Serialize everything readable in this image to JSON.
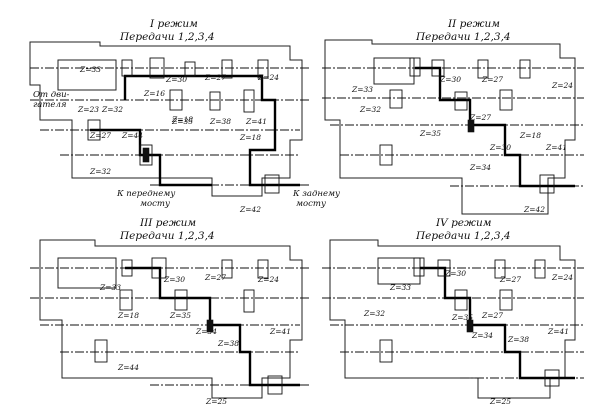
{
  "panels": [
    {
      "mode": "I режим",
      "gears_line": "Передачи 1,2,3,4",
      "z": [
        "Z=33",
        "Z=23",
        "Z=32",
        "Z=27",
        "Z=44",
        "Z=32",
        "Z=16",
        "Z=30",
        "Z=27",
        "Z=24",
        "Z=18",
        "Z=35",
        "Z=38",
        "Z=41",
        "Z=18",
        "Z=42"
      ],
      "notes": [
        "От дви-",
        "гателя",
        "К переднему",
        "мосту",
        "К заднему",
        "мосту"
      ]
    },
    {
      "mode": "II режим",
      "gears_line": "Передачи 1,2,3,4",
      "z": [
        "Z=33",
        "Z=32",
        "Z=30",
        "Z=27",
        "Z=24",
        "Z=35",
        "Z=27",
        "Z=18",
        "Z=30",
        "Z=34",
        "Z=41",
        "Z=42"
      ]
    },
    {
      "mode": "III режим",
      "gears_line": "Передачи 1,2,3,4",
      "z": [
        "Z=33",
        "Z=30",
        "Z=27",
        "Z=24",
        "Z=18",
        "Z=35",
        "Z=34",
        "Z=38",
        "Z=41",
        "Z=44",
        "Z=25"
      ]
    },
    {
      "mode": "IV режим",
      "gears_line": "Передачи 1,2,3,4",
      "z": [
        "Z=33",
        "Z=30",
        "Z=27",
        "Z=24",
        "Z=32",
        "Z=35",
        "Z=27",
        "Z=34",
        "Z=38",
        "Z=41",
        "Z=25"
      ]
    }
  ]
}
